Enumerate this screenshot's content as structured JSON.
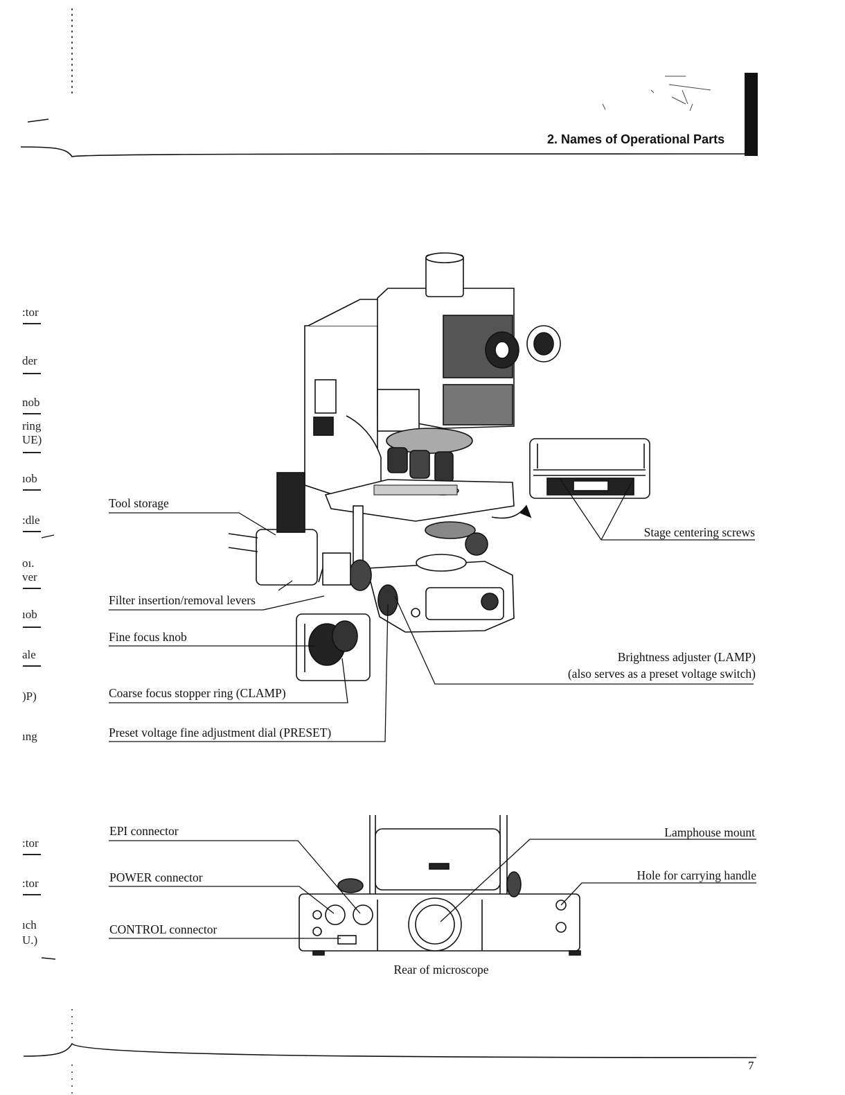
{
  "header": {
    "section_title": "2. Names of Operational Parts"
  },
  "margin_fragments": [
    ":tor",
    "der",
    "nob",
    "ring",
    "UE)",
    "ıob",
    ":dle",
    "oı.",
    "ver",
    "ıob",
    "ale",
    ")P)",
    "ıng",
    ":tor",
    ":tor",
    "ıch",
    "U.)"
  ],
  "figure_front": {
    "labels": {
      "tool_storage": "Tool storage",
      "stage_centering_screws": "Stage centering screws",
      "filter_levers": "Filter insertion/removal levers",
      "fine_focus_knob": "Fine focus knob",
      "brightness_adjuster_line1": "Brightness adjuster (LAMP)",
      "brightness_adjuster_line2": "(also serves as a preset voltage switch)",
      "coarse_focus_stopper": "Coarse focus stopper ring (CLAMP)",
      "preset_dial": "Preset voltage fine adjustment dial (PRESET)"
    }
  },
  "figure_rear": {
    "labels": {
      "epi_connector": "EPI connector",
      "power_connector": "POWER connector",
      "control_connector": "CONTROL connector",
      "lamphouse_mount": "Lamphouse mount",
      "carrying_handle_hole": "Hole for carrying handle"
    },
    "caption": "Rear of microscope"
  },
  "footer": {
    "page_number": "7"
  }
}
